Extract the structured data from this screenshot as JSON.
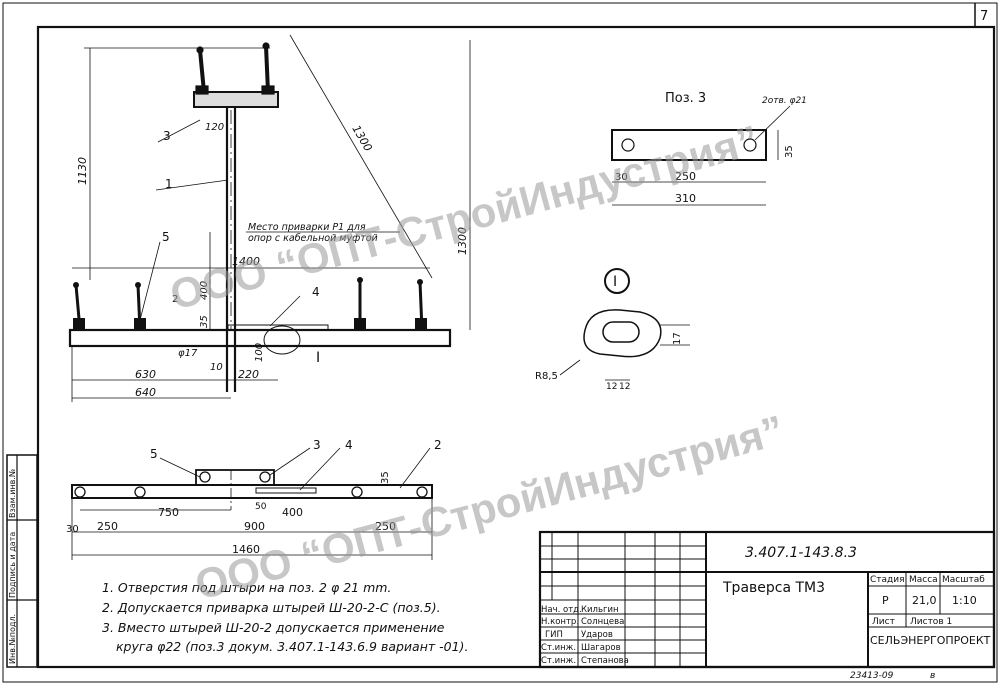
{
  "sheet_number": "7",
  "watermark": "ООО “ОПТ-СтройИндустрия”",
  "side_stamp": [
    "Инв.№подл.",
    "Подпись и дата",
    "Взам.инв.№"
  ],
  "main_view": {
    "leaders": [
      "3",
      "1",
      "5",
      "4",
      "2"
    ],
    "dims": {
      "h1130": "1130",
      "diag1300": "1300",
      "h1300": "1300",
      "d120": "120",
      "d1400": "1400",
      "d400": "400",
      "d35": "35",
      "d10": "10",
      "d100": "100",
      "d220": "220",
      "d630": "630",
      "d640": "640",
      "phi17": "φ17"
    },
    "weld_note_1": "Место приварки Р1 для",
    "weld_note_2": "опор с кабельной муфтой",
    "section_mark": "I"
  },
  "pos3": {
    "title": "Поз. 3",
    "holes": "2отв. φ21",
    "d30": "30",
    "d250": "250",
    "d310": "310",
    "d35": "35"
  },
  "detail": {
    "marker": "I",
    "radius": "R8,5",
    "d17": "17",
    "d12a": "12",
    "d12b": "12"
  },
  "plan_view": {
    "leaders": [
      "5",
      "3",
      "4",
      "2"
    ],
    "dims": {
      "d35": "35",
      "d750": "750",
      "d50": "50",
      "d400": "400",
      "d30": "30",
      "d250a": "250",
      "d900": "900",
      "d250b": "250",
      "d1460": "1460"
    }
  },
  "notes": [
    "1. Отверстия под штыри на поз. 2 φ 21 mm.",
    "2. Допускается приварка штырей Ш-20-2-С (поз.5).",
    "3. Вместо штырей Ш-20-2 допускается применение",
    "круга φ22 (поз.3 докум. 3.407.1-143.6.9 вариант -01)."
  ],
  "title_block": {
    "doc_code": "3.407.1-143.8.3",
    "title": "Траверса ТМ3",
    "stage_hdr": "Стадия",
    "mass_hdr": "Масса",
    "scale_hdr": "Масштаб",
    "stage": "Р",
    "mass": "21,0",
    "scale": "1:10",
    "sheet_lbl": "Лист",
    "sheets_lbl": "Листов 1",
    "org": "СЕЛЬЭНЕРГОПРОЕКТ",
    "signers": [
      {
        "role": "Нач. отд.",
        "name": "Кильгин"
      },
      {
        "role": "Н.контр.",
        "name": "Солнцева"
      },
      {
        "role": "ГИП",
        "name": "Ударов"
      },
      {
        "role": "Ст.инж.",
        "name": "Шагаров"
      },
      {
        "role": "Ст.инж.",
        "name": "Степанова"
      }
    ],
    "bottom_code": "23413-09",
    "bottom_letter": "в"
  }
}
